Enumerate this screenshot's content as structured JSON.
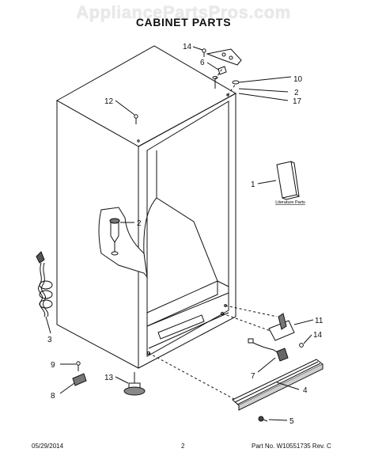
{
  "watermark": "AppliancePartsPros.com",
  "title": "CABINET PARTS",
  "callouts": [
    {
      "id": "c14a",
      "label": "14"
    },
    {
      "id": "c6",
      "label": "6"
    },
    {
      "id": "c10",
      "label": "10"
    },
    {
      "id": "c2a",
      "label": "2"
    },
    {
      "id": "c17",
      "label": "17"
    },
    {
      "id": "c12",
      "label": "12"
    },
    {
      "id": "c1",
      "label": "1"
    },
    {
      "id": "c2b",
      "label": "2"
    },
    {
      "id": "c3",
      "label": "3"
    },
    {
      "id": "c11",
      "label": "11"
    },
    {
      "id": "c14b",
      "label": "14"
    },
    {
      "id": "c9",
      "label": "9"
    },
    {
      "id": "c7",
      "label": "7"
    },
    {
      "id": "c13",
      "label": "13"
    },
    {
      "id": "c4",
      "label": "4"
    },
    {
      "id": "c8",
      "label": "8"
    },
    {
      "id": "c5",
      "label": "5"
    }
  ],
  "literature_label": "Literature Parts",
  "footer": {
    "date": "05/29/2014",
    "page": "2",
    "part_no": "Part No.  W10551735  Rev.  C"
  }
}
